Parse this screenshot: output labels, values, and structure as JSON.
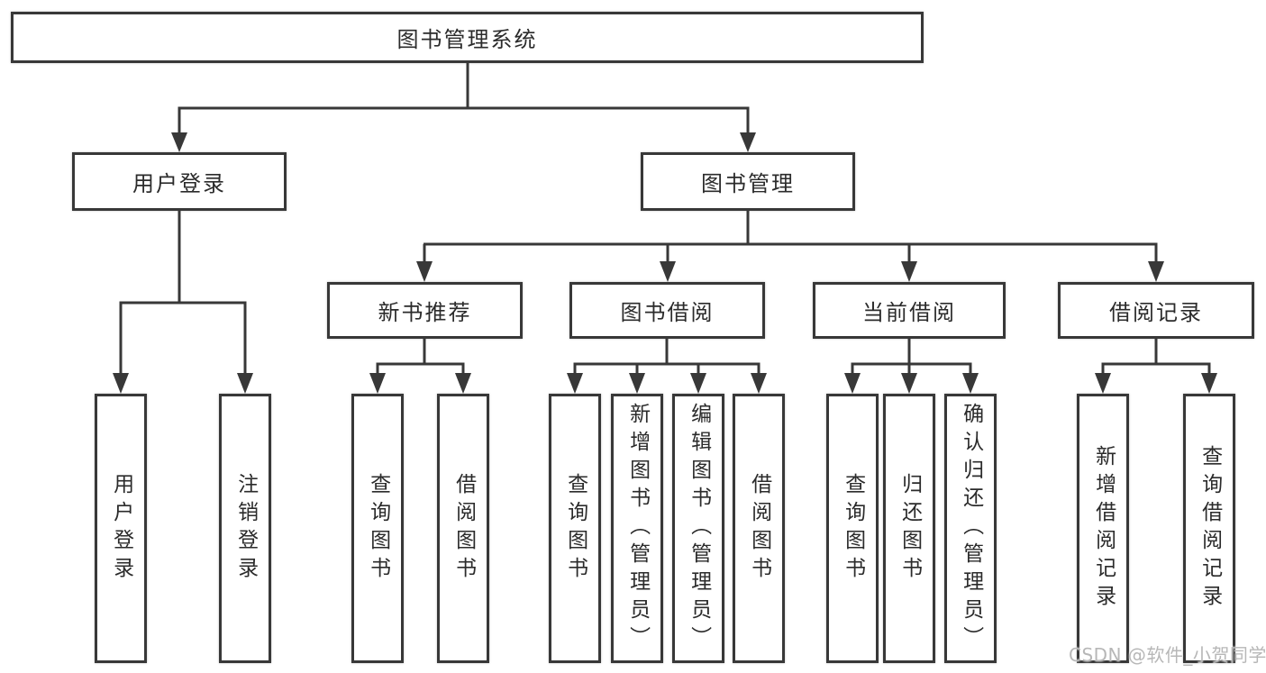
{
  "title": "图书管理系统",
  "tree": {
    "root": {
      "label": "图书管理系统"
    },
    "level1": [
      {
        "id": "user-login",
        "label": "用户登录",
        "leaves": [
          "用户登录",
          "注销登录"
        ]
      },
      {
        "id": "book-management",
        "label": "图书管理"
      }
    ],
    "level2": [
      {
        "id": "new-book-recommend",
        "label": "新书推荐",
        "leaves": [
          "查询图书",
          "借阅图书"
        ]
      },
      {
        "id": "book-borrowing",
        "label": "图书借阅",
        "leaves": [
          "查询图书",
          "新增图书（管理员）",
          "编辑图书（管理员）",
          "借阅图书"
        ]
      },
      {
        "id": "current-borrowing",
        "label": "当前借阅",
        "leaves": [
          "查询图书",
          "归还图书",
          "确认归还（管理员）"
        ]
      },
      {
        "id": "borrowing-records",
        "label": "借阅记录",
        "leaves": [
          "新增借阅记录",
          "查询借阅记录"
        ]
      }
    ]
  },
  "colors": {
    "line": "#383838",
    "box_border": "#383838",
    "box_background": "#ffffff",
    "text": "#2b2b2b",
    "watermark": "#b7b7b7"
  },
  "watermark": {
    "text": "CSDN @软件_小贺同学"
  }
}
